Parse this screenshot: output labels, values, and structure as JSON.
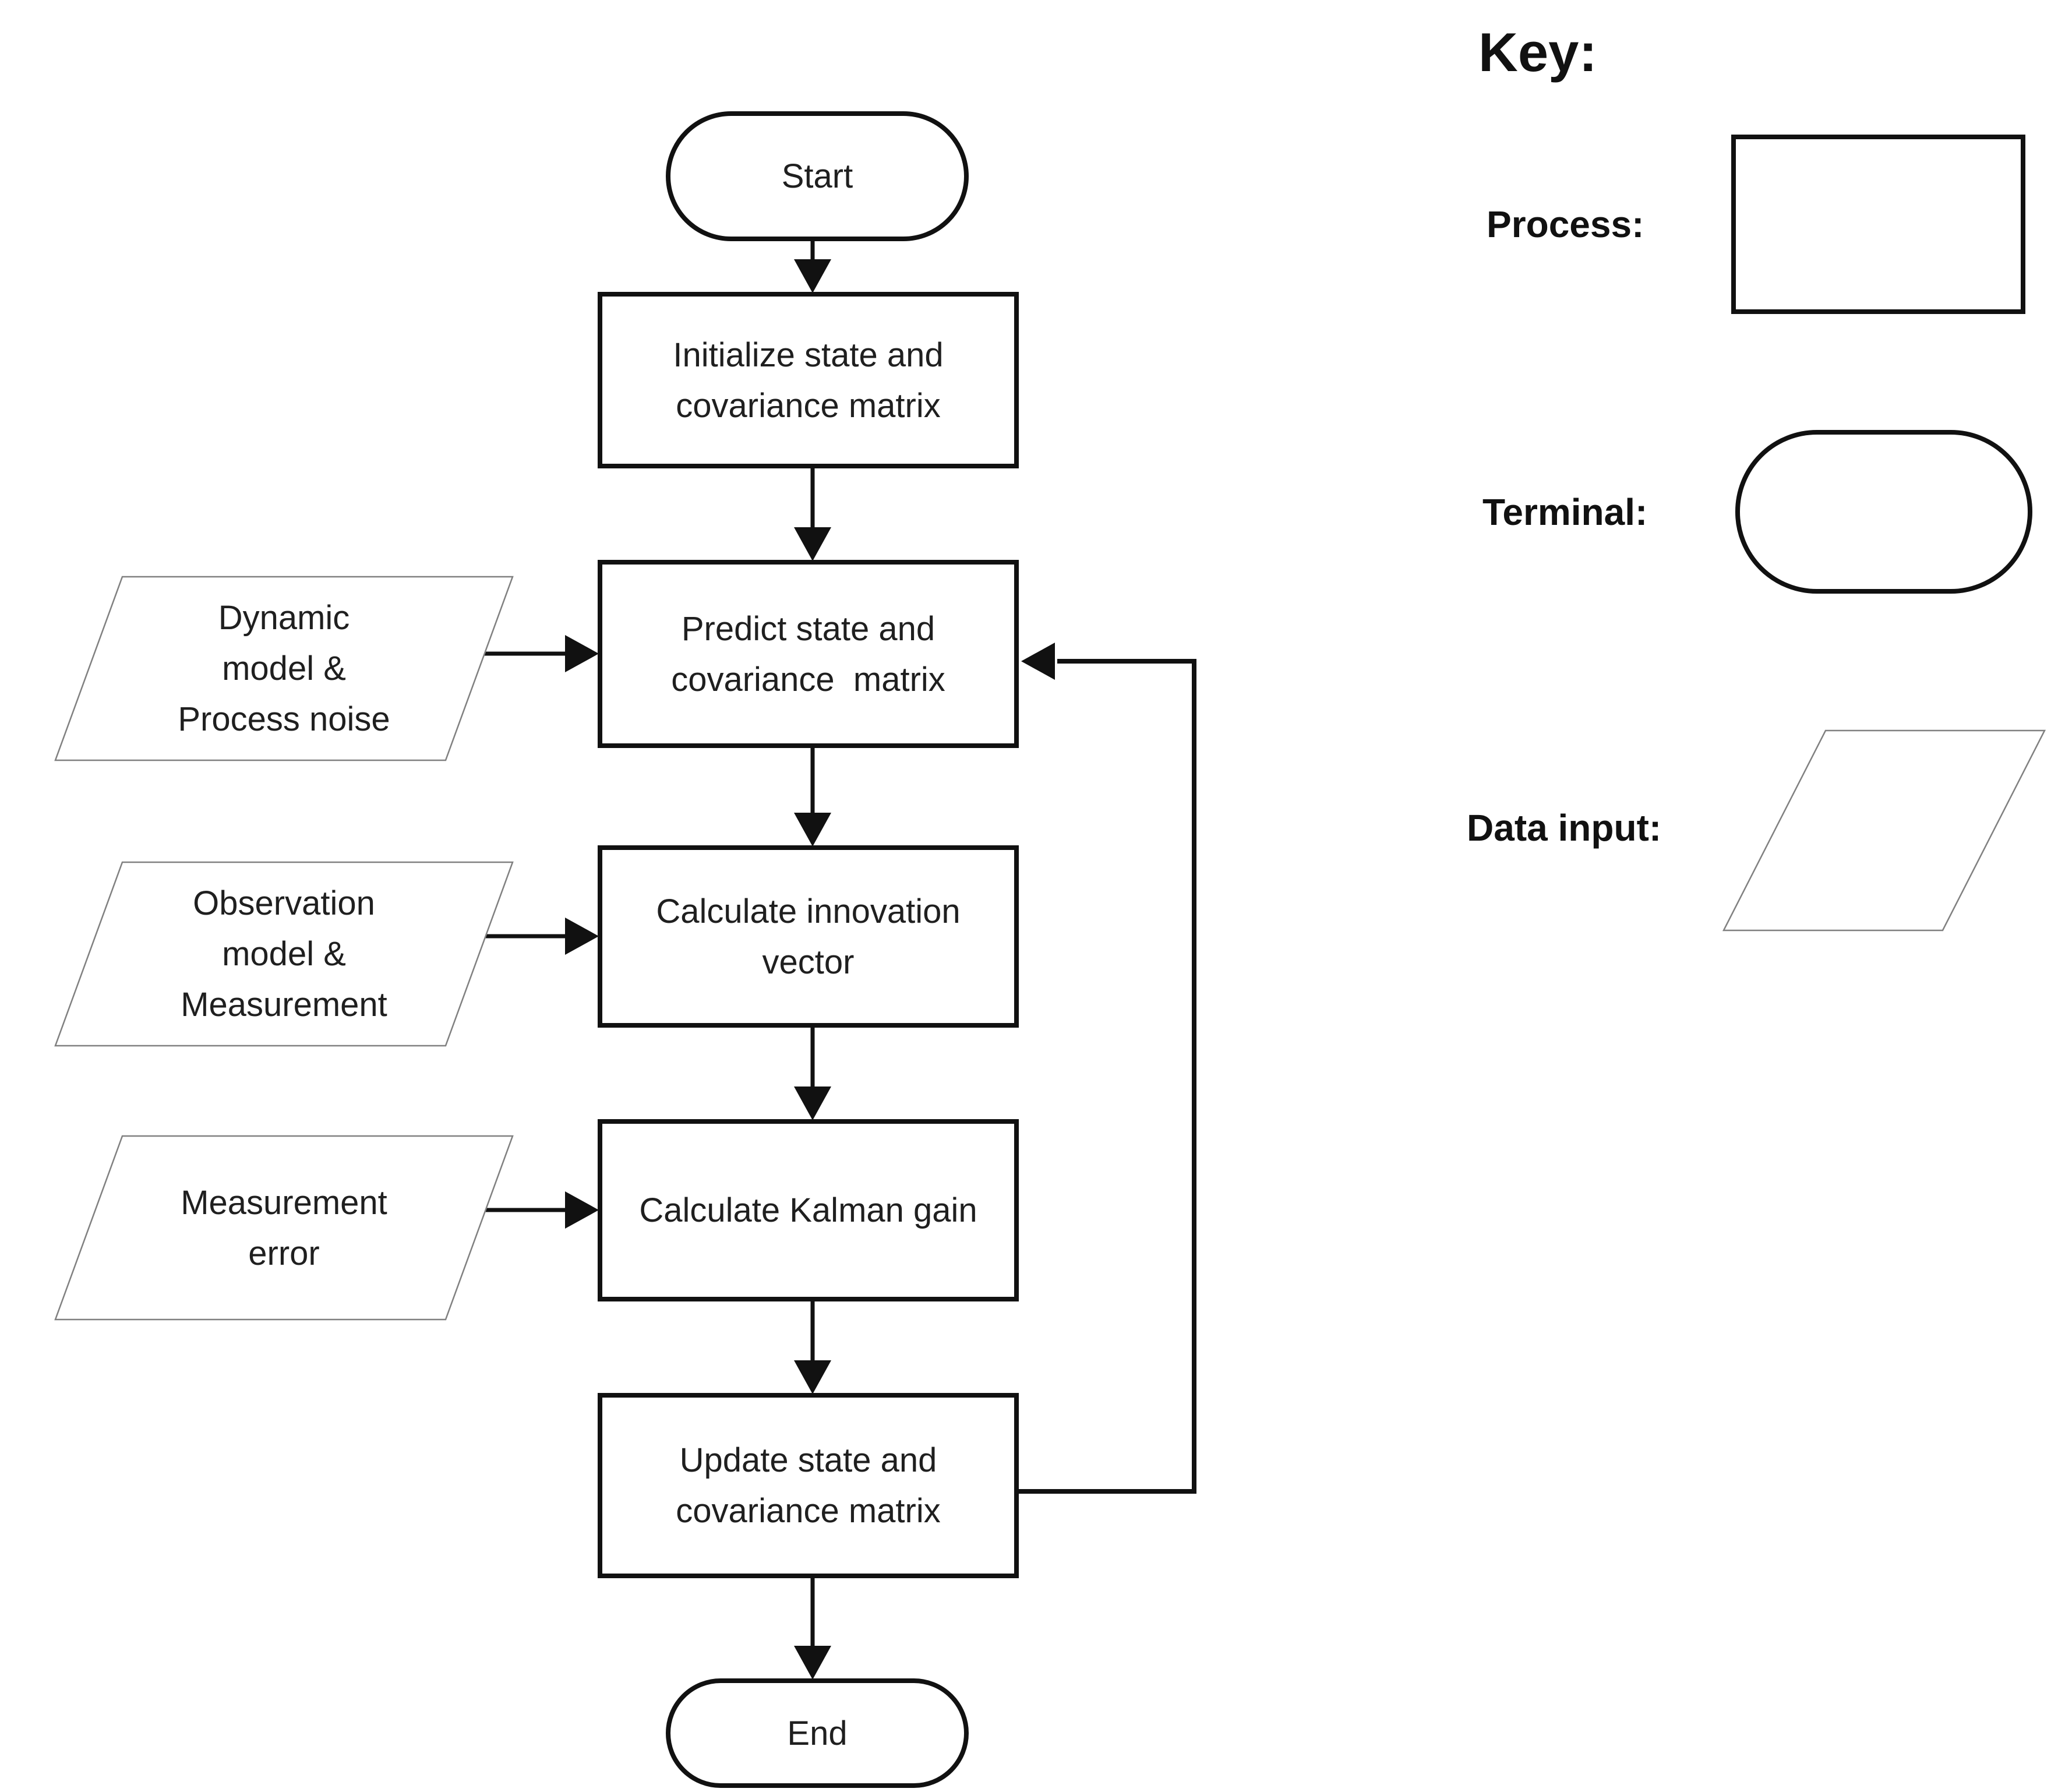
{
  "nodes": {
    "start": {
      "label": "Start"
    },
    "initialize": {
      "lines": [
        "Initialize state and",
        "covariance matrix"
      ]
    },
    "predict": {
      "lines": [
        "Predict state and",
        "covariance  matrix"
      ]
    },
    "innovation": {
      "lines": [
        "Calculate innovation",
        "vector"
      ]
    },
    "kalman": {
      "lines": [
        "Calculate Kalman gain"
      ]
    },
    "update": {
      "lines": [
        "Update state and",
        "covariance matrix"
      ]
    },
    "end": {
      "label": "End"
    }
  },
  "inputs": {
    "dynamic": {
      "lines": [
        "Dynamic",
        "model &",
        "Process noise"
      ]
    },
    "observation": {
      "lines": [
        "Observation",
        "model &",
        "Measurement"
      ]
    },
    "measurement_error": {
      "lines": [
        "Measurement",
        "error"
      ]
    }
  },
  "key": {
    "title": "Key:",
    "items": [
      {
        "label": "Process:",
        "shape": "rectangle"
      },
      {
        "label": "Terminal:",
        "shape": "stadium"
      },
      {
        "label": "Data input:",
        "shape": "parallelogram"
      }
    ]
  },
  "colors": {
    "stroke": "#111111",
    "thin_stroke": "#808080",
    "text": "#1f1f1f",
    "background": "#ffffff"
  }
}
